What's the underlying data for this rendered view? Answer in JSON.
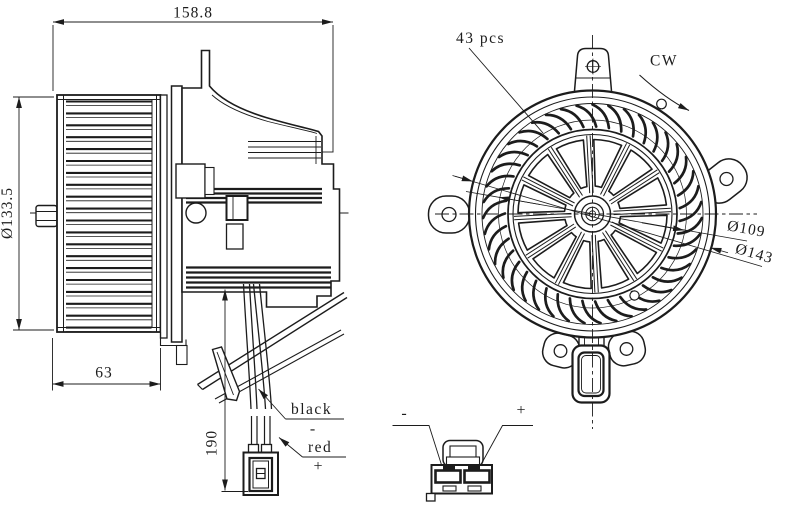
{
  "drawing": {
    "background": "#ffffff",
    "ink_color": "#1c1c1c",
    "side_view": {
      "width_dim": "158.8",
      "diameter_dim": "Ø133.5",
      "cage_depth_dim": "63",
      "wire_length_dim": "190",
      "black_wire": {
        "label": "black",
        "polarity": "-"
      },
      "red_wire": {
        "label": "red",
        "polarity": "+"
      }
    },
    "front_view": {
      "blade_label": "43 pcs",
      "blade_count": 43,
      "spoke_count": 12,
      "rotation_label": "CW",
      "inner_diameter_dim": "Ø109",
      "outer_diameter_dim": "Ø143"
    },
    "plug_view": {
      "minus_label": "-",
      "plus_label": "+"
    }
  }
}
